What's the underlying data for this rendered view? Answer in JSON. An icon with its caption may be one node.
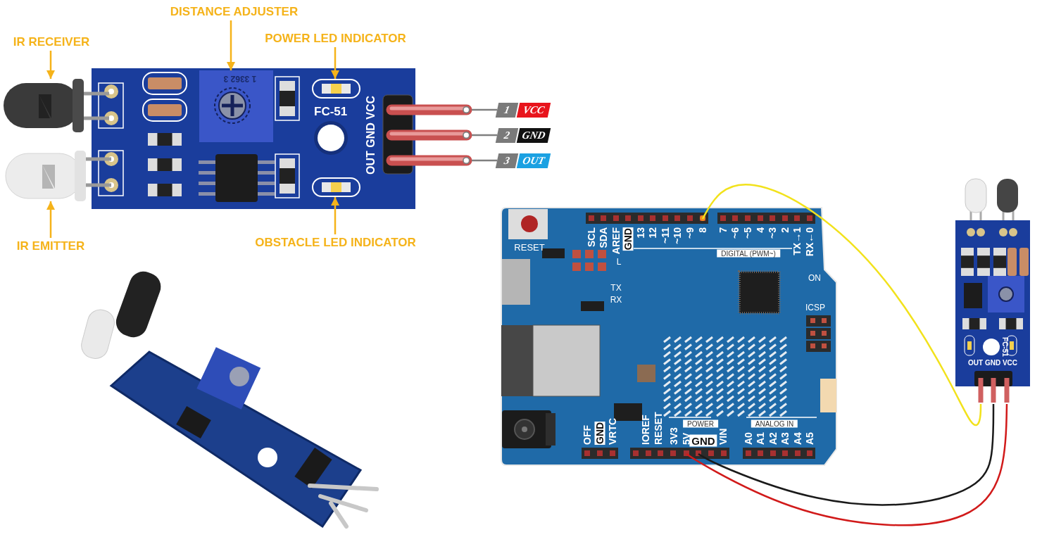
{
  "diagram": {
    "nodes": [
      {
        "text": [
          "IR RECEIVER"
        ]
      },
      {
        "text": [
          "DISTANCE ADJUSTER"
        ]
      },
      {
        "text": [
          "POWER LED INDICATOR"
        ]
      },
      {
        "text": [
          "IR EMITTER"
        ]
      },
      {
        "text": [
          "OBSTACLE LED INDICATOR"
        ]
      },
      {
        "text": [
          "FC-51",
          "OUT GND VCC"
        ]
      },
      {
        "text": [],
        "shape": "picture"
      },
      {
        "text": [
          "1 3362 3"
        ],
        "in": 5
      },
      {
        "text": [],
        "shape": "picture",
        "in": 5
      },
      {
        "text": [],
        "shape": "picture"
      },
      {
        "text": [],
        "shape": "picture",
        "in": 5
      },
      {
        "text": [
          "1",
          "VCC"
        ]
      },
      {
        "text": [
          "2",
          "GND"
        ]
      },
      {
        "text": [
          "3",
          "OUT"
        ]
      },
      {
        "text": [
          "RESET",
          "SCL",
          "SDA",
          "AREF",
          "GND",
          "13",
          "12",
          "~11",
          "~10",
          "~9",
          "8",
          "7",
          "~6",
          "~5",
          "4",
          "~3",
          "2",
          "TX→1",
          "RX←0",
          "DIGITAL (PWM~)",
          "L",
          "TX",
          "RX",
          "ON",
          "ICSP",
          "OFF",
          "GND",
          "VRTC",
          "IOREF",
          "RESET",
          "3V3",
          "5V",
          "GND",
          "VIN",
          "POWER",
          "ANALOG IN",
          "A0",
          "A1",
          "A2",
          "A3",
          "A4",
          "A5"
        ]
      },
      {
        "text": [
          "FC-51",
          "OUT GND VCC"
        ]
      }
    ],
    "edges": [
      {
        "from": 0,
        "to": 6,
        "arrow": "to"
      },
      {
        "from": 1,
        "to": 7,
        "arrow": "to"
      },
      {
        "from": 2,
        "to": 8,
        "arrow": "to"
      },
      {
        "from": 3,
        "to": 9,
        "arrow": "to"
      },
      {
        "from": 4,
        "to": 10,
        "arrow": "to"
      },
      {
        "from": 5,
        "to": 11,
        "arrow": "other",
        "color": "#7f7f7f"
      },
      {
        "from": 5,
        "to": 12,
        "arrow": "other",
        "color": "#7f7f7f"
      },
      {
        "from": 5,
        "to": 13,
        "arrow": "other",
        "color": "#7f7f7f"
      },
      {
        "from": 14,
        "to": 15,
        "arrow": "none",
        "color": "#f2e21c"
      },
      {
        "from": 14,
        "to": 15,
        "arrow": "none",
        "color": "#d11a1a"
      },
      {
        "from": 14,
        "to": 15,
        "arrow": "none",
        "color": "#1a1a1a"
      }
    ]
  }
}
